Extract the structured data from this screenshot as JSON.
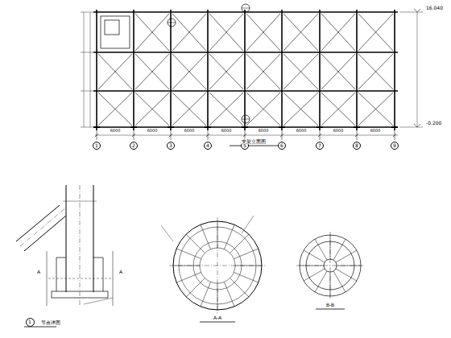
{
  "diagram": {
    "nodes": [
      {
        "text": [
          "1"
        ]
      },
      {
        "text": [
          "2"
        ]
      },
      {
        "text": [
          "3"
        ]
      },
      {
        "text": [
          "4"
        ]
      },
      {
        "text": [
          "5"
        ]
      },
      {
        "text": [
          "6"
        ]
      },
      {
        "text": [
          "7"
        ]
      },
      {
        "text": [
          "8"
        ]
      },
      {
        "text": [
          "9"
        ]
      },
      {
        "text": [
          "1"
        ]
      }
    ],
    "labels": [
      "16.040",
      "-0.200",
      "6000",
      "6000",
      "6000",
      "6000",
      "6000",
      "6000",
      "6000",
      "6000",
      "支架立面图",
      "A",
      "A",
      "节点详图",
      "A-A",
      "B-B"
    ]
  }
}
